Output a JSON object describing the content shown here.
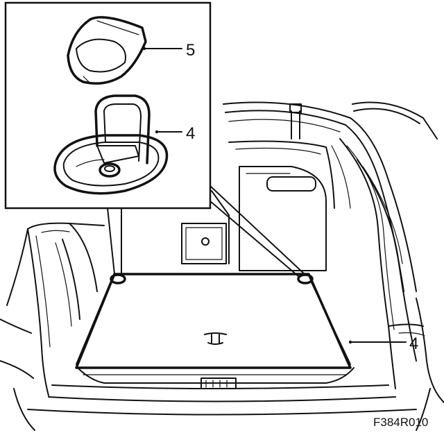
{
  "callouts": {
    "part_5": "5",
    "part_4_detail": "4",
    "part_4_vehicle": "4"
  },
  "figure_code": "F384R010",
  "colors": {
    "line": "#111111",
    "background": "#ffffff"
  }
}
